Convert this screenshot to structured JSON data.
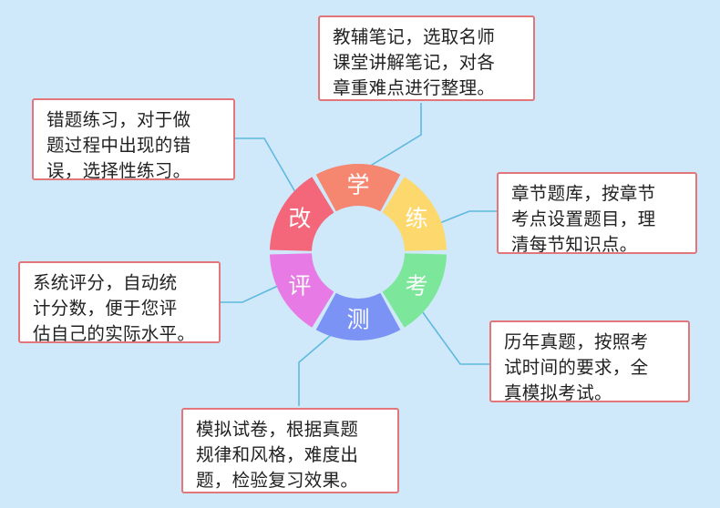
{
  "wheel": {
    "segments": [
      {
        "label": "学",
        "color": "#f58670"
      },
      {
        "label": "练",
        "color": "#fcd86d"
      },
      {
        "label": "考",
        "color": "#7ce79a"
      },
      {
        "label": "测",
        "color": "#7b93f4"
      },
      {
        "label": "评",
        "color": "#e77ae5"
      },
      {
        "label": "改",
        "color": "#f4667a"
      }
    ]
  },
  "boxes": {
    "learn": {
      "lines": [
        "教辅笔记，选取名师",
        "课堂讲解笔记，对各",
        "章重难点进行整理。"
      ]
    },
    "practice": {
      "lines": [
        "章节题库，按章节",
        "考点设置题目，理",
        "清每节知识点。"
      ]
    },
    "exam": {
      "lines": [
        "历年真题，按照考",
        "试时间的要求，全",
        "真模拟考试。"
      ]
    },
    "test": {
      "lines": [
        "模拟试卷，根据真题",
        "规律和风格，难度出",
        "题，检验复习效果。"
      ]
    },
    "evaluate": {
      "lines": [
        "系统评分，自动统",
        "计分数，便于您评",
        "估自己的实际水平。"
      ]
    },
    "correct": {
      "lines": [
        "错题练习，对于做",
        "题过程中出现的错",
        "误，选择性练习。"
      ]
    }
  },
  "colors": {
    "background": "#cfe9fb",
    "connector": "#5fb8e0",
    "box_border": "#e2767b"
  }
}
